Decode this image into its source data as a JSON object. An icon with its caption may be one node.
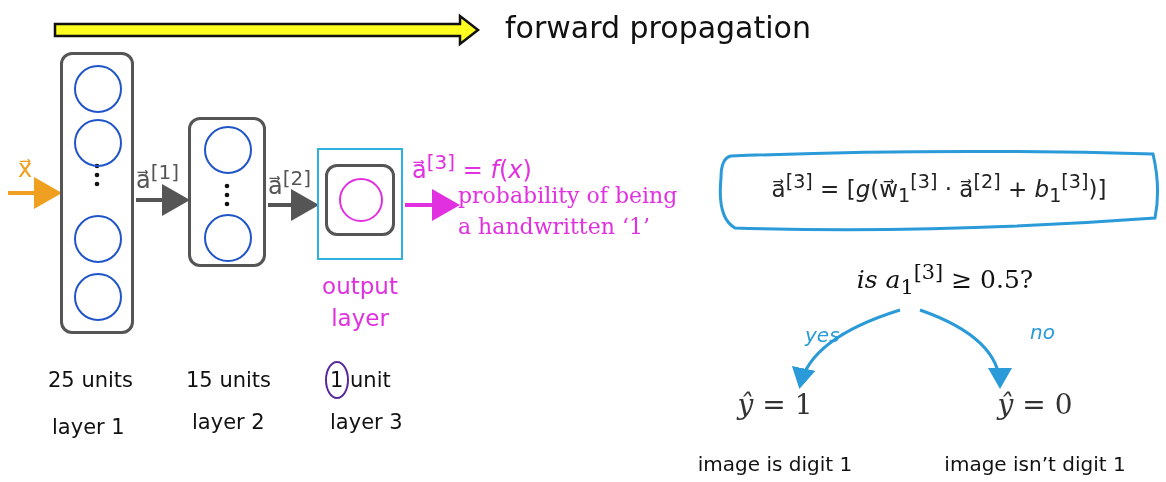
{
  "diagram": {
    "nodes": [
      {
        "text": [],
        "shape": "box"
      },
      {
        "text": [],
        "shape": "circle",
        "in": 0
      },
      {
        "text": [],
        "shape": "circle",
        "in": 0
      },
      {
        "text": [],
        "shape": "circle",
        "in": 0
      },
      {
        "text": [],
        "shape": "circle",
        "in": 0
      },
      {
        "text": [],
        "shape": "box"
      },
      {
        "text": [],
        "shape": "circle",
        "in": 5
      },
      {
        "text": [],
        "shape": "circle",
        "in": 5
      },
      {
        "text": [],
        "shape": "box",
        "beside": [
          "output layer"
        ]
      },
      {
        "text": [],
        "shape": "box",
        "in": 8
      },
      {
        "text": [],
        "shape": "circle",
        "in": 9
      },
      {
        "text": [
          "probability of being a handwritten ‘1’"
        ]
      },
      {
        "text": [
          "a⃗$^{[3]}$ = [*g*(w⃗$_{1}$$^{[3]}$ · a⃗$^{[2]}$ + *b*$_{1}$$^{[3]}$)]"
        ]
      },
      {
        "text": [
          "*is a*$_{1}$$^{[3]}$ ≥ 0.5?"
        ]
      },
      {
        "text": [
          "*ŷ* = 1",
          "image is digit 1"
        ]
      },
      {
        "text": [
          "*ŷ* = 0",
          "image isn’t digit 1"
        ]
      }
    ],
    "edges": [
      {
        "from": null,
        "to": 0,
        "arrow": "to",
        "label": "x⃗",
        "color": "#f0a020"
      },
      {
        "from": 0,
        "to": 5,
        "arrow": "to",
        "label": "a⃗$^{[1]}$"
      },
      {
        "from": 5,
        "to": 8,
        "arrow": "to",
        "label": "a⃗$^{[2]}$"
      },
      {
        "from": 8,
        "to": 11,
        "arrow": "to",
        "label": "a⃗$^{[3]}$ = *f*(*x*)",
        "color": "#e030e0"
      },
      {
        "from": 13,
        "to": 14,
        "arrow": "to",
        "label": "yes",
        "color": "#2a9ad8"
      },
      {
        "from": 13,
        "to": 15,
        "arrow": "to",
        "label": "no",
        "color": "#2a9ad8"
      }
    ],
    "labels": [
      "forward propagation",
      "25 units",
      "15 units",
      "1 unit",
      "layer 1",
      "layer 2",
      "layer 3"
    ]
  }
}
